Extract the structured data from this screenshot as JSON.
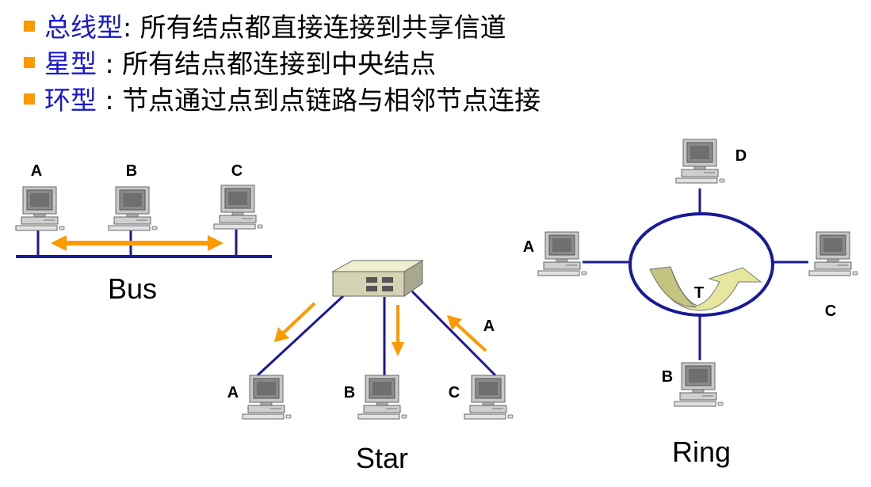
{
  "bullets": [
    {
      "term": "总线型",
      "text": ": 所有结点都直接连接到共享信道"
    },
    {
      "term": "星型",
      "text": " : 所有结点都连接到中央结点"
    },
    {
      "term": "环型",
      "text": " : 节点通过点到点链路与相邻节点连接"
    }
  ],
  "bus": {
    "caption": "Bus",
    "nodes": [
      "A",
      "B",
      "C"
    ]
  },
  "star": {
    "caption": "Star",
    "nodes": [
      "A",
      "B",
      "C"
    ],
    "arrow_label": "A"
  },
  "ring": {
    "caption": "Ring",
    "nodes": [
      "A",
      "B",
      "C",
      "D"
    ],
    "token_label": "T"
  },
  "colors": {
    "bullet": "#ff9900",
    "term": "#1a1acc",
    "wire": "#1a1a99",
    "arrow": "#ff9900",
    "token": "#d8d88a"
  }
}
